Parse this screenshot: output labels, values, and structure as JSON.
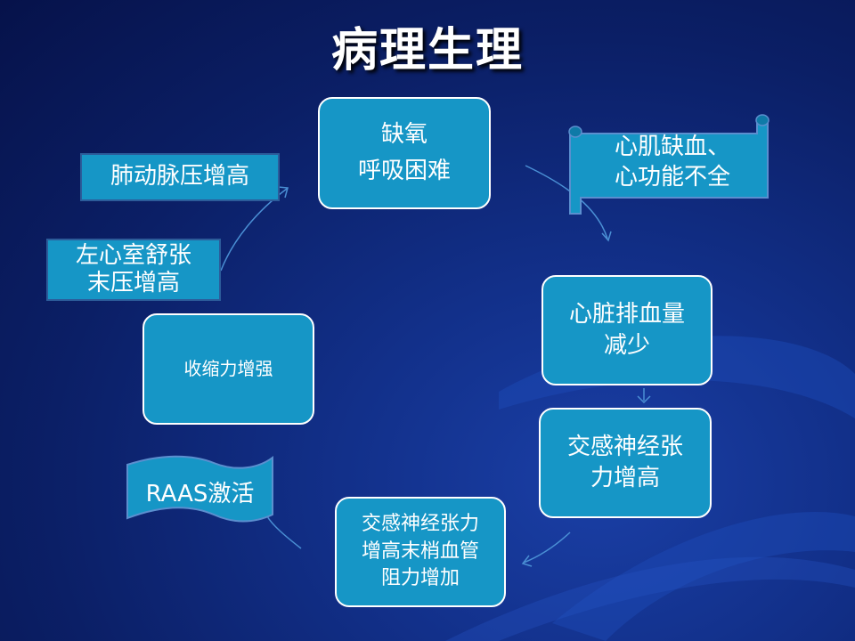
{
  "title": "病理生理",
  "nodes": {
    "hypoxia": {
      "line1": "缺氧",
      "line2": "呼吸困难"
    },
    "myocardial": {
      "line1": "心肌缺血、",
      "line2": "心功能不全"
    },
    "output": {
      "line1": "心脏排血量",
      "line2": "减少"
    },
    "sympathetic": {
      "line1": "交感神经张",
      "line2": "力增高"
    },
    "resistance": {
      "line1": "交感神经张力",
      "line2": "增高末梢血管",
      "line3": "阻力增加"
    },
    "raas": {
      "label": "RAAS激活"
    },
    "contract": {
      "label": "收缩力增强"
    },
    "lvedp": {
      "line1": "左心室舒张",
      "line2": "末压增高"
    },
    "pap": {
      "label": "肺动脉压增高"
    }
  },
  "colors": {
    "box_fill": "#1696c6",
    "background": "#0b1f66",
    "arrow": "#4a8fd4"
  }
}
